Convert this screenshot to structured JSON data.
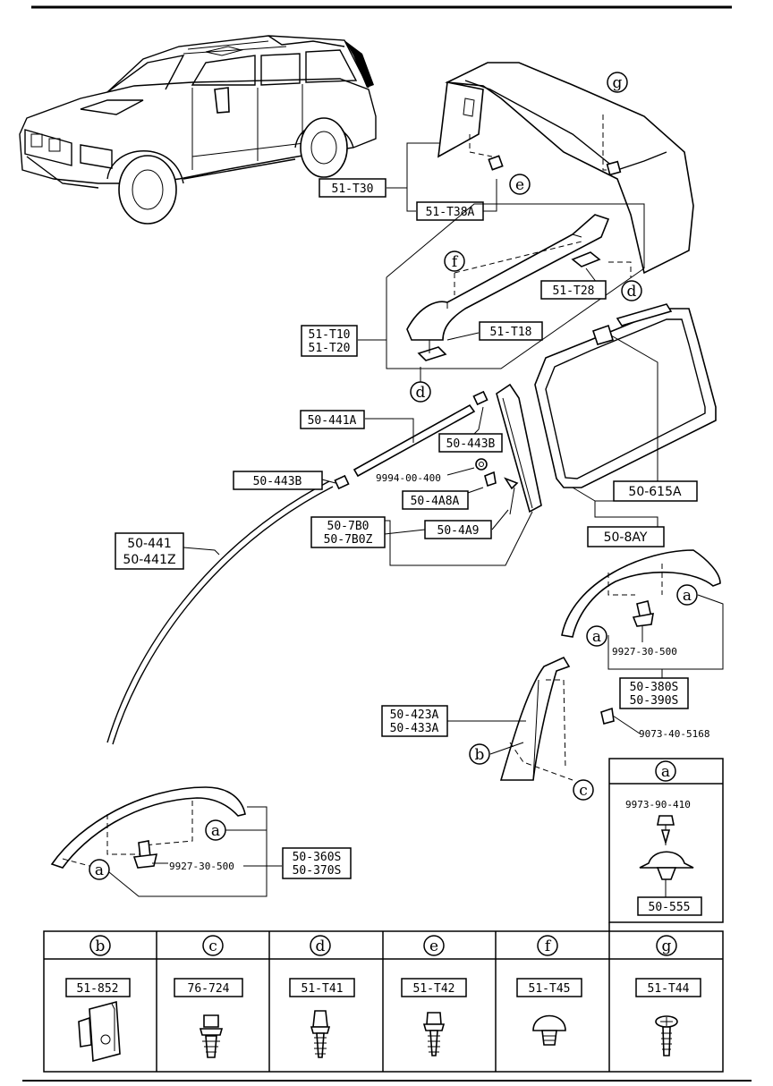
{
  "callouts": {
    "a1": "a",
    "a2": "a",
    "a3": "a",
    "a4": "a",
    "a5": "a",
    "b1": "b",
    "b2": "b",
    "c1": "c",
    "c2": "c",
    "d1": "d",
    "d2": "d",
    "d3": "d",
    "e1": "e",
    "e2": "e",
    "f1": "f",
    "f2": "f",
    "g1": "g",
    "g2": "g"
  },
  "labels": {
    "p_51_T30": "51-T30",
    "p_51_T38A": "51-T38A",
    "p_51_T28": "51-T28",
    "p_51_T10": "51-T10",
    "p_51_T20": "51-T20",
    "p_51_T18": "51-T18",
    "p_50_441A": "50-441A",
    "p_50_443B_a": "50-443B",
    "p_50_443B_b": "50-443B",
    "p_9994_00_400": "9994-00-400",
    "p_50_4A8A": "50-4A8A",
    "p_50_7B0": "50-7B0",
    "p_50_7B0Z": "50-7B0Z",
    "p_50_4A9": "50-4A9",
    "p_50_441": "50-441",
    "p_50_441Z": "50-441Z",
    "p_50_615A": "50-615A",
    "p_50_8AY": "50-8AY",
    "p_9927_30_500_a": "9927-30-500",
    "p_50_380S": "50-380S",
    "p_50_390S": "50-390S",
    "p_50_423A": "50-423A",
    "p_50_433A": "50-433A",
    "p_9073_40_5168": "9073-40-5168",
    "p_9927_30_500_b": "9927-30-500",
    "p_50_360S": "50-360S",
    "p_50_370S": "50-370S",
    "p_9973_90_410": "9973-90-410",
    "p_50_555": "50-555",
    "p_51_852": "51-852",
    "p_76_724": "76-724",
    "p_51_T41": "51-T41",
    "p_51_T42": "51-T42",
    "p_51_T45": "51-T45",
    "p_51_T44": "51-T44"
  }
}
